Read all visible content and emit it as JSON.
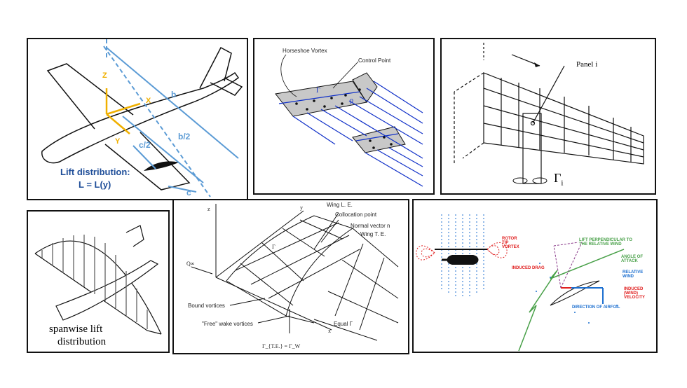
{
  "panel1": {
    "axis_z": "Z",
    "axis_x": "X",
    "axis_y": "Y",
    "dim_b": "b",
    "dim_b2": "b/2",
    "dim_c2": "c/2",
    "dim_c": "c",
    "caption_line1": "Lift distribution:",
    "caption_line2": "L = L(y)",
    "colors": {
      "axes": "#f0b000",
      "dims": "#5b9bd5",
      "caption": "#1f4e99"
    }
  },
  "panel2": {
    "horseshoe_label": "Horseshoe Vortex",
    "control_point_label": "Control Point",
    "gamma_label": "Γ",
    "rho_label": "ρ",
    "colors": {
      "lines": "#1030c8",
      "panels": "#c8c8c8"
    }
  },
  "panel3": {
    "panel_label": "Panel i",
    "gamma_label": "Γ",
    "gamma_sub": "i"
  },
  "panel4": {
    "caption_line1": "spanwise lift",
    "caption_line2": "distribution"
  },
  "panel5": {
    "wing_le": "Wing L. E.",
    "collocation": "Collocation point",
    "normal_vector": "Normal vector n",
    "wing_te": "Wing T. E.",
    "bound_vortices": "Bound vortices",
    "free_wake": "\"Free\" wake vortices",
    "equal_gamma": "Equal Γ",
    "q_inf": "Q∞",
    "axis_y": "y",
    "axis_z": "z",
    "axis_x": "x",
    "bottom_eq": "Γ_{T.E.} = Γ_W",
    "gamma_mark": "Γ"
  },
  "panel6": {
    "rotor_tip": "ROTOR TIP VORTEX",
    "lift_perp": "LIFT PERPENDICULAR TO THE RELATIVE WIND",
    "angle_attack": "ANGLE OF ATTACK",
    "relative_wind": "RELATIVE WIND",
    "induced_drag": "INDUCED DRAG",
    "induced_velocity": "INDUCED (WIND) VELOCITY",
    "direction_airfoil": "DIRECTION OF AIRFOIL",
    "colors": {
      "red": "#e02020",
      "blue": "#1c6fd0",
      "green": "#48a048",
      "purple": "#8a3a8a"
    }
  }
}
